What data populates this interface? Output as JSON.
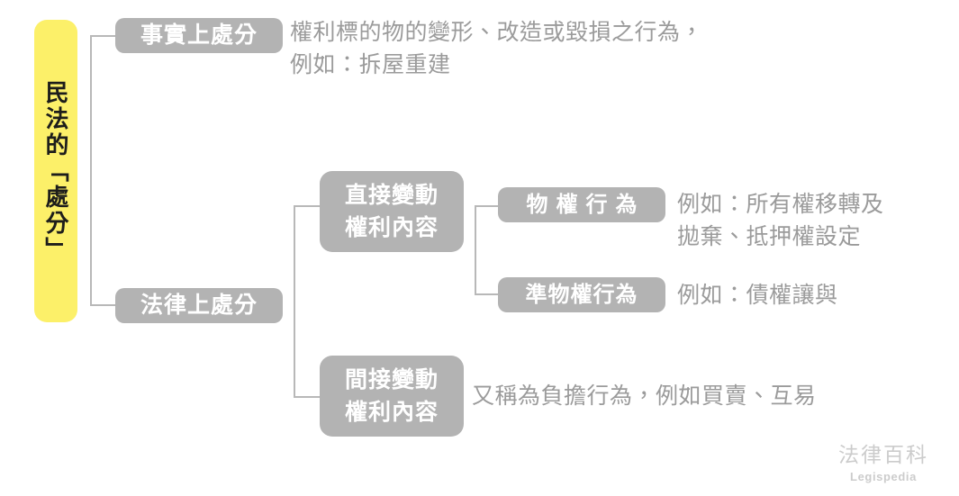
{
  "colors": {
    "root_fill": "#fcf069",
    "node_fill": "#b3b3b3",
    "node_text": "#ffffff",
    "body_text": "#9b9b9b",
    "connector": "#b8b8b8",
    "watermark": "#cccccc",
    "background": "#ffffff"
  },
  "root": {
    "label": "民法的「處分」"
  },
  "branches": {
    "factual": {
      "label": "事實上處分",
      "description": "權利標的物的變形、改造或毀損之行為，\n例如：拆屋重建"
    },
    "legal": {
      "label": "法律上處分"
    },
    "direct": {
      "label_line1": "直接變動",
      "label_line2": "權利內容"
    },
    "indirect": {
      "label_line1": "間接變動",
      "label_line2": "權利內容",
      "description": "又稱為負擔行為，例如買賣、互易"
    },
    "property_act": {
      "label": "物權行為",
      "description": "例如：所有權移轉及\n拋棄、抵押權設定"
    },
    "quasi_property_act": {
      "label": "準物權行為",
      "description": "例如：債權讓與"
    }
  },
  "watermark": {
    "chinese": "法律百科",
    "english": "Legispedia"
  }
}
